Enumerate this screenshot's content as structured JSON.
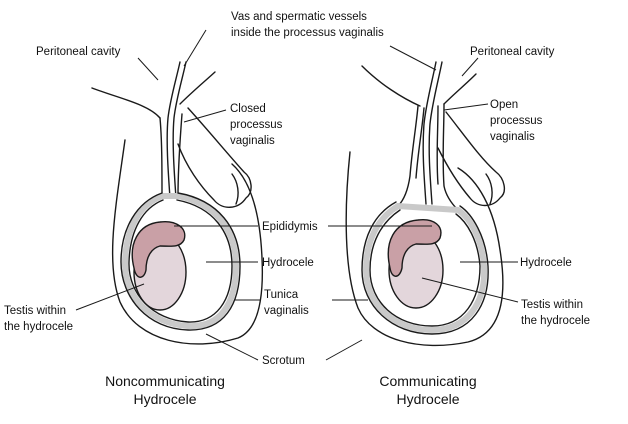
{
  "labels": {
    "vas_line1": "Vas and spermatic vessels",
    "vas_line2": "inside the processus vaginalis",
    "peritoneal_left": "Peritoneal cavity",
    "peritoneal_right": "Peritoneal cavity",
    "closed_line1": "Closed",
    "closed_line2": "processus",
    "closed_line3": "vaginalis",
    "open_line1": "Open",
    "open_line2": "processus",
    "open_line3": "vaginalis",
    "epididymis": "Epididymis",
    "hydrocele_left": "Hydrocele",
    "hydrocele_right": "Hydrocele",
    "testis_left_line1": "Testis within",
    "testis_left_line2": "the hydrocele",
    "testis_right_line1": "Testis within",
    "testis_right_line2": "the hydrocele",
    "tunica_line1": "Tunica",
    "tunica_line2": "vaginalis",
    "scrotum": "Scrotum"
  },
  "captions": {
    "left_line1": "Noncommunicating",
    "left_line2": "Hydrocele",
    "right_line1": "Communicating",
    "right_line2": "Hydrocele"
  },
  "colors": {
    "outline": "#1a1a1a",
    "tunica_fill": "#c9c9c9",
    "epididymis": "#c9a0a6",
    "testis": "#e3d6db"
  }
}
